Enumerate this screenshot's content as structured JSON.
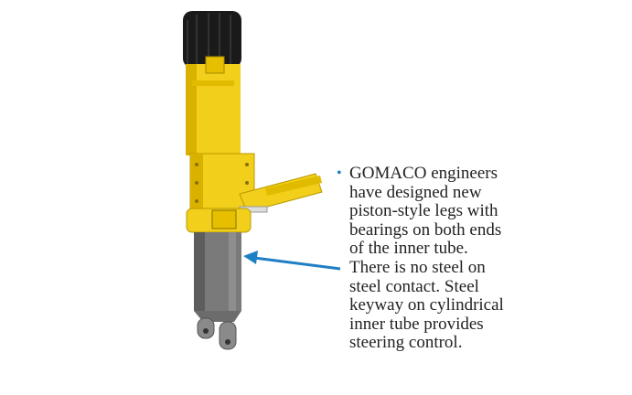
{
  "callout": {
    "lines": [
      "GOMACO engineers",
      "have designed new",
      "piston-style legs with",
      "bearings on both ends",
      "of the inner tube.",
      "There is no steel on",
      "steel contact. Steel",
      "keyway on cylindrical",
      "inner tube provides",
      "steering control."
    ],
    "bullet": "•"
  },
  "colors": {
    "accent": "#1f7fc4",
    "leg_yellow": "#f2cf1a",
    "tube_gray": "#7a7a7a",
    "cap_black": "#1a1a1a"
  }
}
